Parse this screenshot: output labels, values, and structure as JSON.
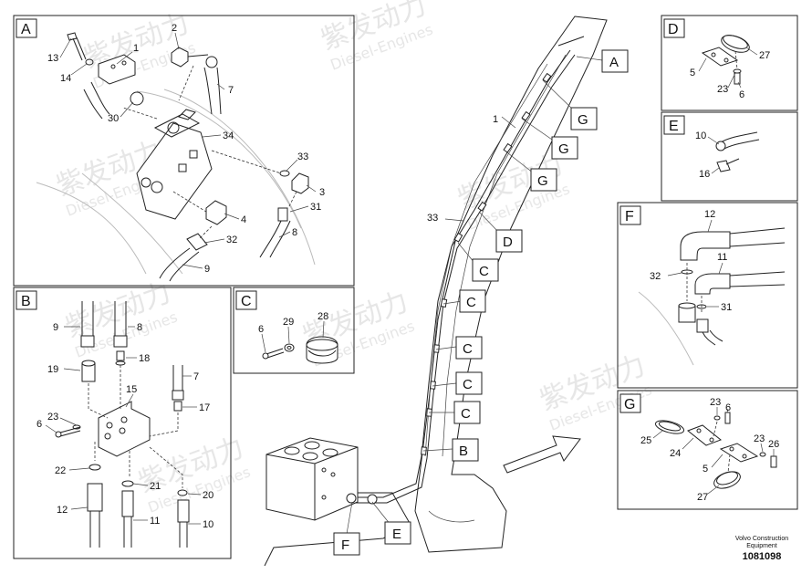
{
  "panels": [
    {
      "id": "A"
    },
    {
      "id": "B"
    },
    {
      "id": "C"
    },
    {
      "id": "D"
    },
    {
      "id": "E"
    },
    {
      "id": "F"
    },
    {
      "id": "G"
    }
  ],
  "callouts": {
    "boom_A": "A",
    "boom_G1": "G",
    "boom_G2": "G",
    "boom_G3": "G",
    "boom_D": "D",
    "boom_C1": "C",
    "boom_C2": "C",
    "boom_C3": "C",
    "boom_C4": "C",
    "boom_C5": "C",
    "boom_B": "B",
    "boom_F": "F",
    "boom_E": "E"
  },
  "part_numbers": {
    "a_13": "13",
    "a_14": "14",
    "a_1": "1",
    "a_2": "2",
    "a_7": "7",
    "a_30": "30",
    "a_34": "34",
    "a_33": "33",
    "a_3": "3",
    "a_31": "31",
    "a_4": "4",
    "a_32": "32",
    "a_8": "8",
    "a_9": "9",
    "b_9": "9",
    "b_8": "8",
    "b_18": "18",
    "b_19": "19",
    "b_7": "7",
    "b_15": "15",
    "b_17": "17",
    "b_23": "23",
    "b_6": "6",
    "b_22": "22",
    "b_21": "21",
    "b_20": "20",
    "b_12": "12",
    "b_11": "11",
    "b_10": "10",
    "c_6": "6",
    "c_29": "29",
    "c_28": "28",
    "d_27": "27",
    "d_5": "5",
    "d_23": "23",
    "d_6": "6",
    "e_10": "10",
    "e_16": "16",
    "f_12": "12",
    "f_11": "11",
    "f_32": "32",
    "f_31": "31",
    "g_23a": "23",
    "g_6a": "6",
    "g_25": "25",
    "g_24": "24",
    "g_23b": "23",
    "g_26": "26",
    "g_5": "5",
    "g_27": "27",
    "main_1": "1",
    "main_33": "33"
  },
  "watermark": {
    "cn": "紫发动力",
    "en": "Diesel-Engines"
  },
  "footer": {
    "line1": "Volvo Construction",
    "line2": "Equipment",
    "number": "1081098"
  }
}
